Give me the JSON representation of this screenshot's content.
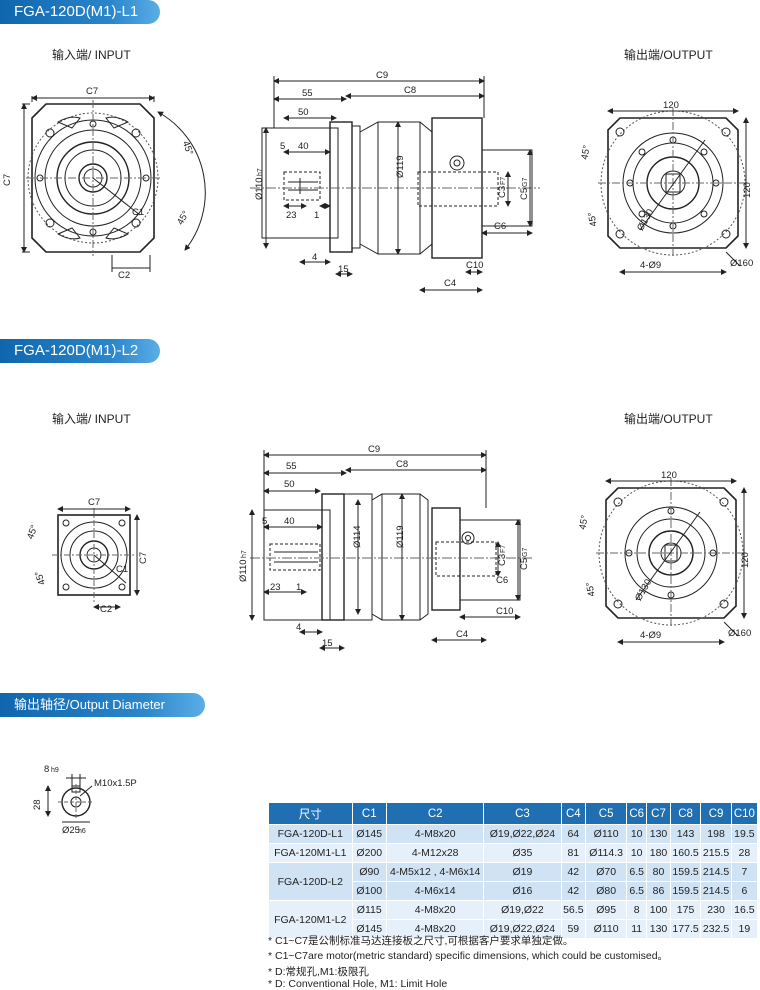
{
  "sections": {
    "l1_title": "FGA-120D(M1)-L1",
    "l2_title": "FGA-120D(M1)-L2",
    "shaft_title": "输出轴径/Output Diameter"
  },
  "views": {
    "input_label": "输入端/ INPUT",
    "output_label": "输出端/OUTPUT"
  },
  "dims": {
    "c1": "C1",
    "c2": "C2",
    "c3": "C3",
    "c4": "C4",
    "c5": "C5",
    "c6": "C6",
    "c7": "C7",
    "c8": "C8",
    "c9": "C9",
    "c10": "C10",
    "c3_sub": "F7",
    "c5_sub": "G7",
    "d55": "55",
    "d50": "50",
    "d5": "5",
    "d40": "40",
    "d23": "23",
    "d1": "1",
    "d4": "4",
    "d15": "15",
    "d120": "120",
    "d45": "45°",
    "phi110": "Ø110",
    "phi110_sub": "h7",
    "phi119": "Ø119",
    "phi114": "Ø114",
    "phi130": "Ø130",
    "phi160": "Ø160",
    "holes": "4-Ø9"
  },
  "shaft": {
    "key": "8",
    "key_sub": "h9",
    "thread": "M10x1.5P",
    "height": "28",
    "dia": "Ø25",
    "dia_sub": "h6"
  },
  "table": {
    "headers": [
      "尺寸",
      "C1",
      "C2",
      "C3",
      "C4",
      "C5",
      "C6",
      "C7",
      "C8",
      "C9",
      "C10"
    ],
    "models": [
      "FGA-120D-L1",
      "FGA-120M1-L1",
      "FGA-120D-L2",
      "FGA-120M1-L2"
    ],
    "rows": [
      [
        "Ø145",
        "4-M8x20",
        "Ø19,Ø22,Ø24",
        "64",
        "Ø110",
        "10",
        "130",
        "143",
        "198",
        "19.5"
      ],
      [
        "Ø200",
        "4-M12x28",
        "Ø35",
        "81",
        "Ø114.3",
        "10",
        "180",
        "160.5",
        "215.5",
        "28"
      ],
      [
        "Ø90",
        "4-M5x12 , 4-M6x14",
        "Ø19",
        "42",
        "Ø70",
        "6.5",
        "80",
        "159.5",
        "214.5",
        "7"
      ],
      [
        "Ø100",
        "4-M6x14",
        "Ø16",
        "42",
        "Ø80",
        "6.5",
        "86",
        "159.5",
        "214.5",
        "6"
      ],
      [
        "Ø115",
        "4-M8x20",
        "Ø19,Ø22",
        "56.5",
        "Ø95",
        "8",
        "100",
        "175",
        "230",
        "16.5"
      ],
      [
        "Ø145",
        "4-M8x20",
        "Ø19,Ø22,Ø24",
        "59",
        "Ø110",
        "11",
        "130",
        "177.5",
        "232.5",
        "19"
      ]
    ]
  },
  "notes": [
    "* C1~C7是公制标准马达连接板之尺寸,可根据客户要求单独定做。",
    "* C1~C7are motor(metric standard)  specific dimensions, which could be customised。",
    "* D:常规孔,M1:极限孔",
    "* D: Conventional Hole, M1: Limit Hole"
  ]
}
